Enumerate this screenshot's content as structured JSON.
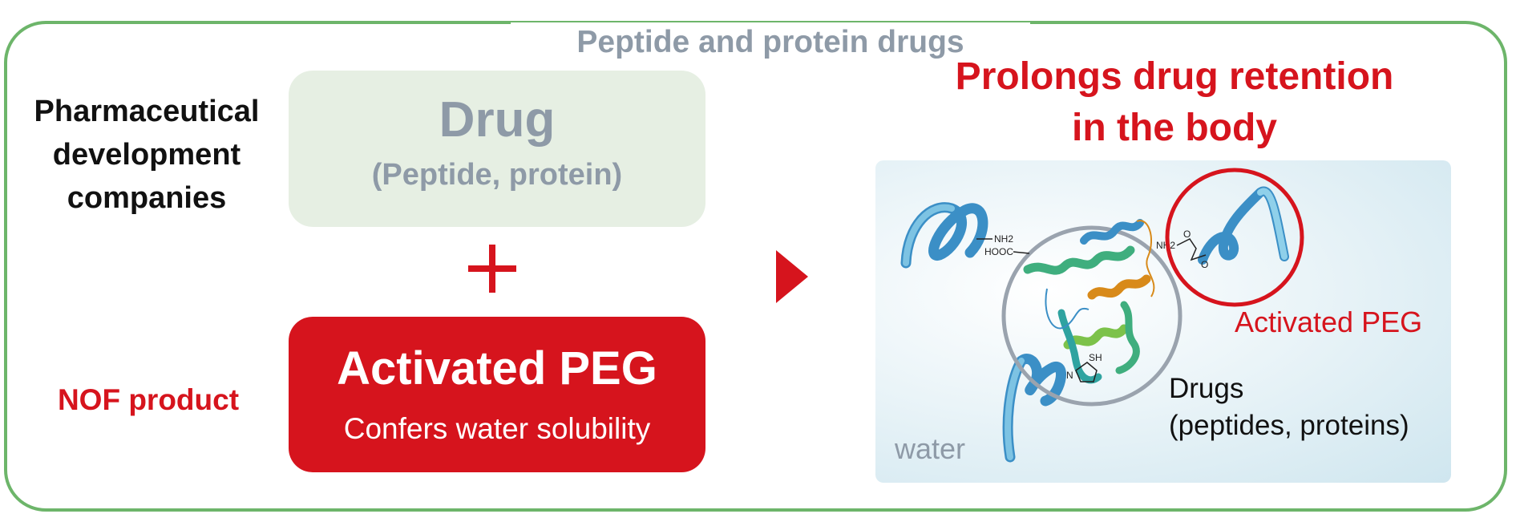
{
  "header": {
    "title": "Peptide and protein drugs"
  },
  "left": {
    "pharma_line1": "Pharmaceutical",
    "pharma_line2": "development",
    "pharma_line3": "companies",
    "nof_label": "NOF product"
  },
  "drug_box": {
    "title": "Drug",
    "subtitle": "(Peptide, protein)"
  },
  "peg_box": {
    "title": "Activated PEG",
    "subtitle": "Confers water solubility"
  },
  "result": {
    "title_line1": "Prolongs drug retention",
    "title_line2": "in the body"
  },
  "panel": {
    "water_label": "water",
    "peg_label": "Activated PEG",
    "drugs_line1": "Drugs",
    "drugs_line2": "(peptides, proteins)",
    "chem_nh2_a": "NH2",
    "chem_nh2_b": "NH2",
    "chem_hooc": "HOOC",
    "chem_sh": "SH",
    "chem_n": "N",
    "chem_o1": "O",
    "chem_o2": "O"
  },
  "colors": {
    "frame_green": "#6db56a",
    "brand_red": "#d6141d",
    "muted_gray": "#8e9aa7",
    "drug_box_bg": "#e6efe3"
  }
}
